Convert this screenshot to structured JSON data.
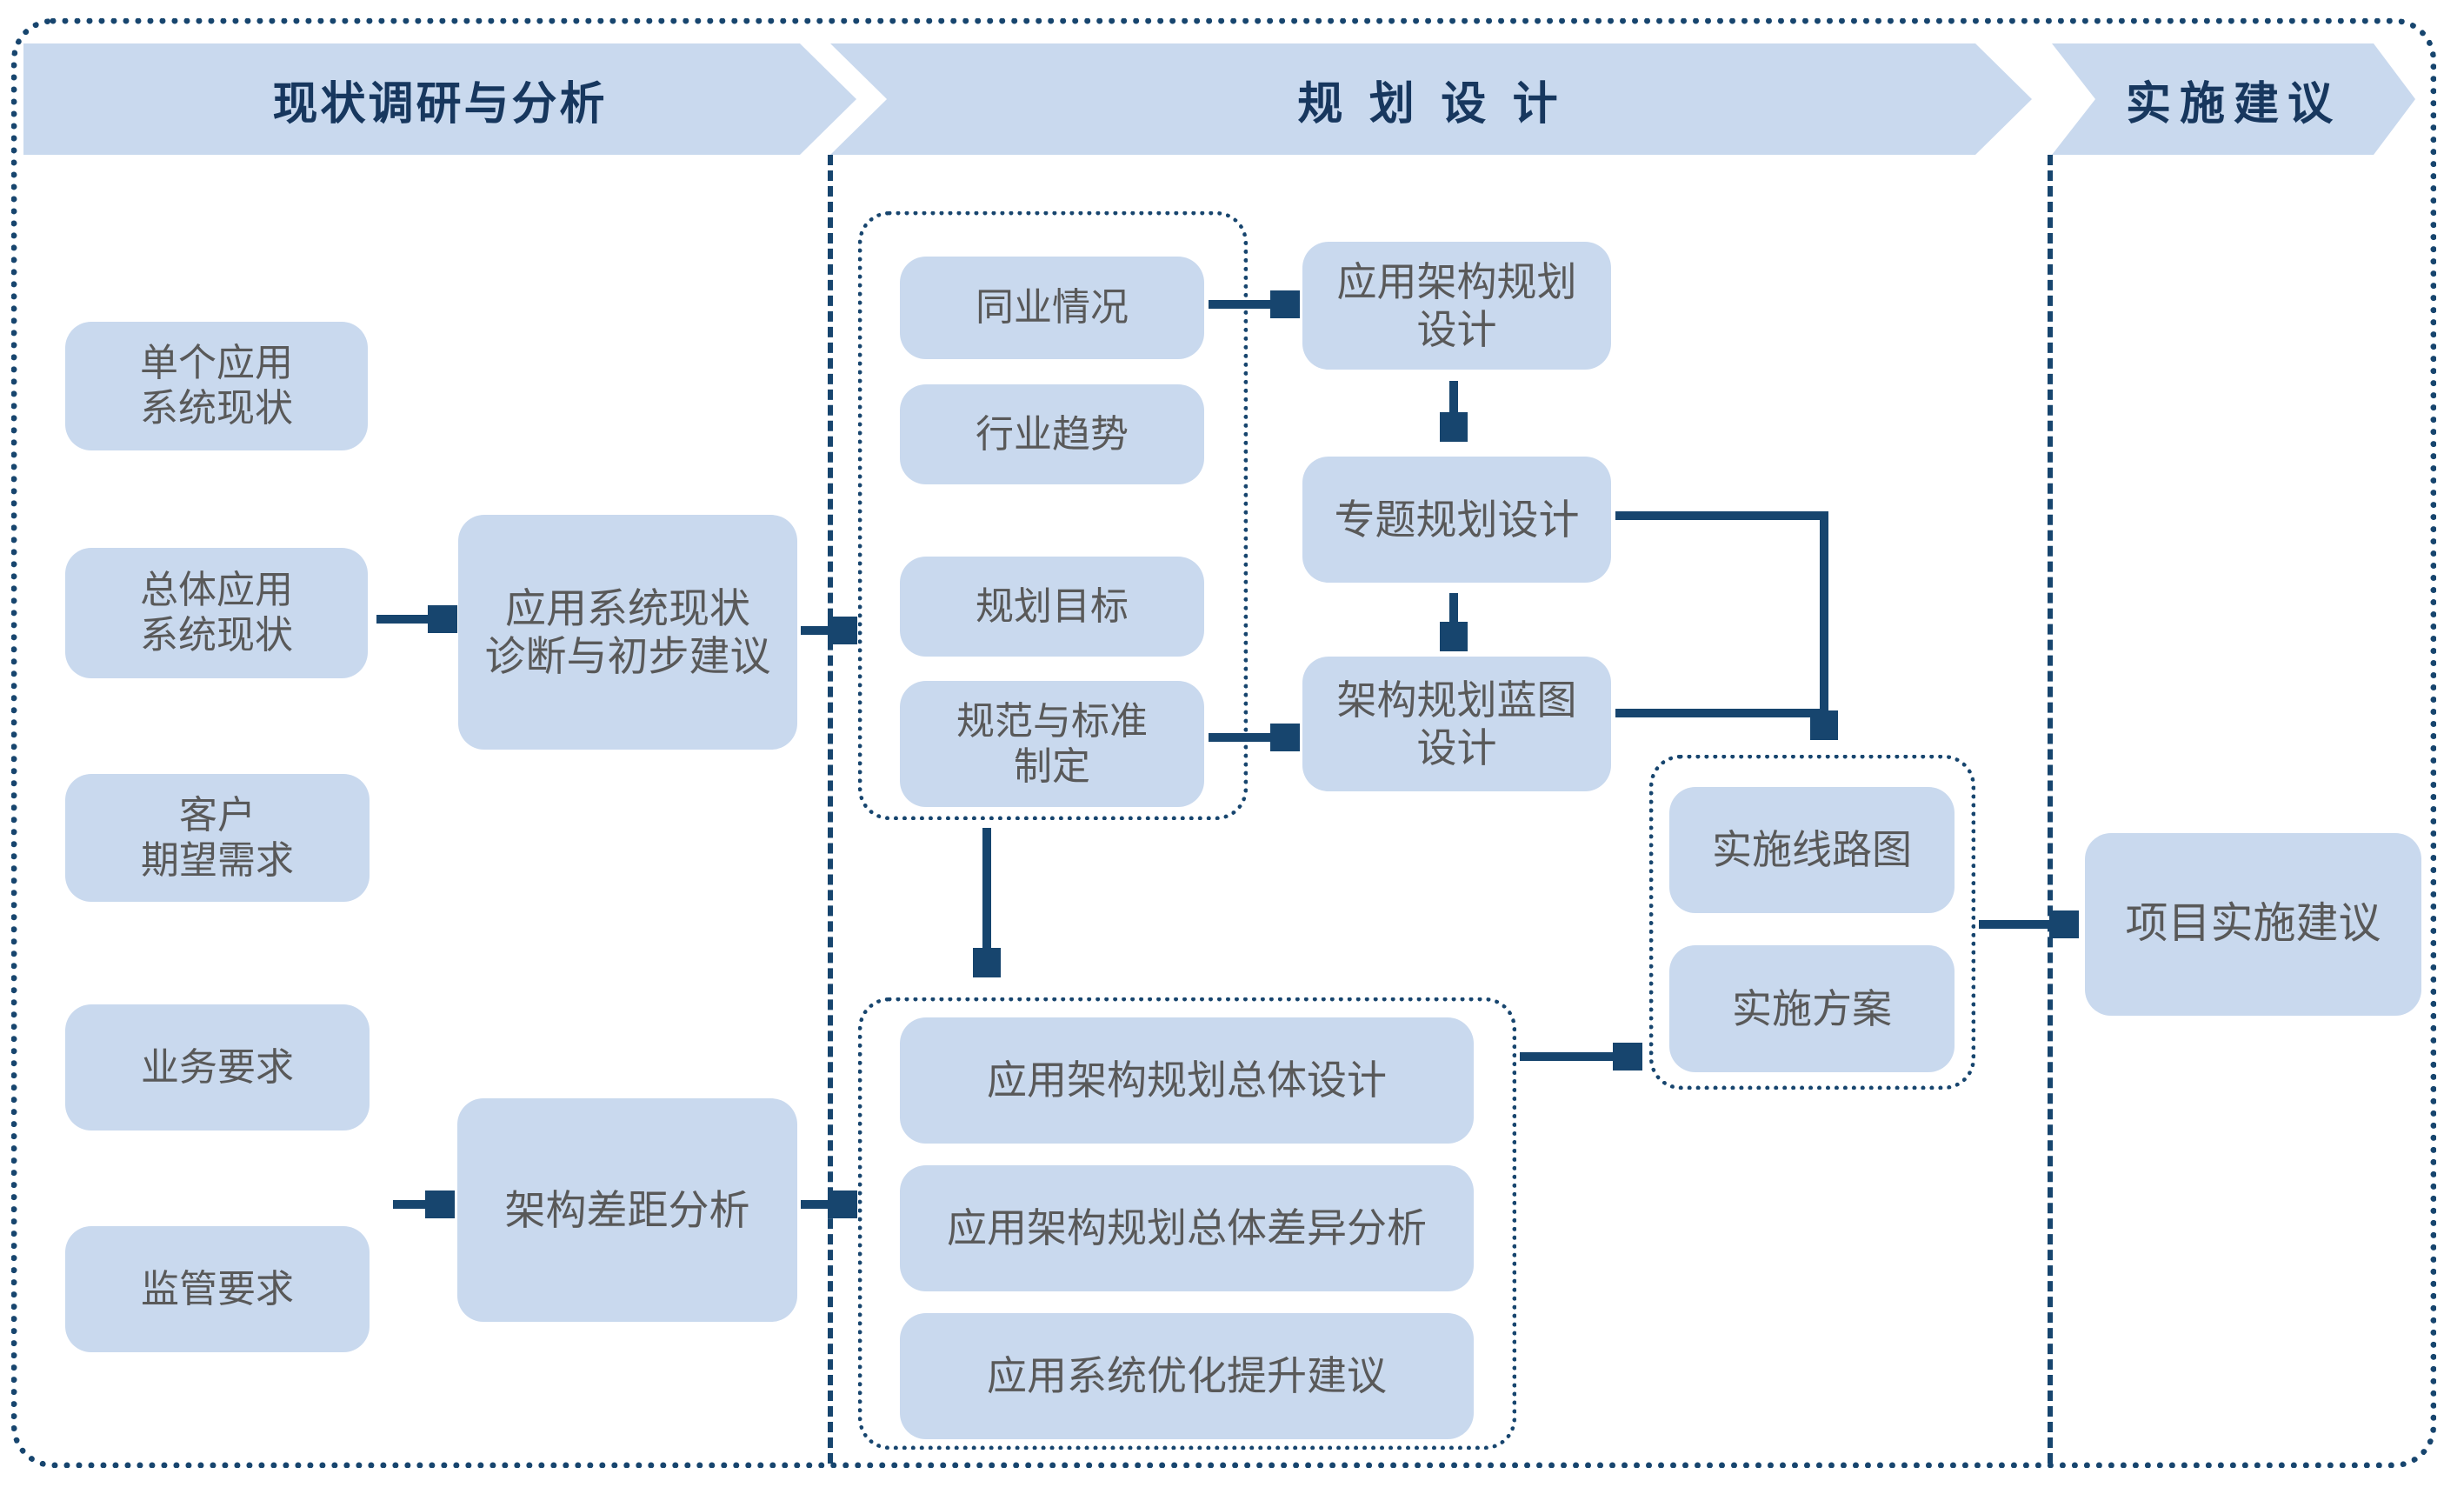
{
  "colors": {
    "navy_line": "#17456e",
    "header_text": "#17375e",
    "box_fill": "#c9d9ee",
    "box_text": "#595959"
  },
  "phases": [
    {
      "label": "现状调研与分析"
    },
    {
      "label": "规 划 设 计"
    },
    {
      "label": "实施建议"
    }
  ],
  "research": {
    "single_app_status": "单个应用\n系统现状",
    "overall_app_status": "总体应用\n系统现状",
    "customer_expectation": "客户\n期望需求",
    "business_requirements": "业务要求",
    "regulatory_requirements": "监管要求",
    "diagnosis": "应用系统现状\n诊断与初步建议",
    "gap_analysis": "架构差距分析"
  },
  "planning": {
    "research_inputs": [
      "同业情况",
      "行业趋势",
      "规划目标",
      "规范与标准\n制定"
    ],
    "app_arch_planning_design": "应用架构规划\n设计",
    "special_topic_design": "专题规划设计",
    "blueprint_design": "架构规划蓝图\n设计",
    "overall_outputs": [
      "应用架构规划总体设计",
      "应用架构规划总体差异分析",
      "应用系统优化提升建议"
    ],
    "implementation_outputs": [
      "实施线路图",
      "实施方案"
    ]
  },
  "implementation": {
    "project_suggestion": "项目实施建议"
  }
}
